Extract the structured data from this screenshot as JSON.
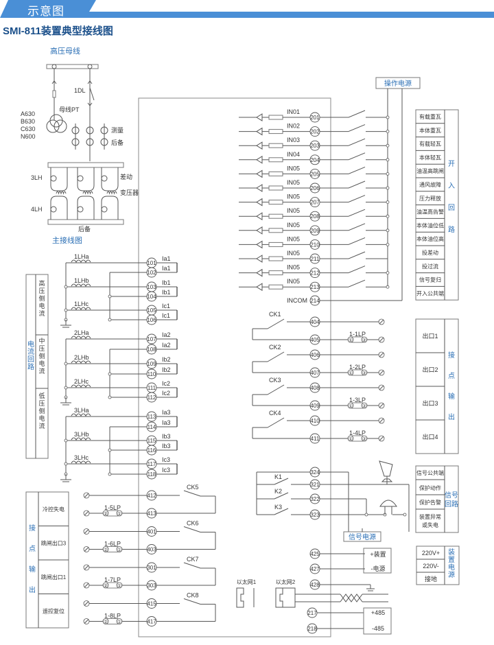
{
  "header": {
    "title": "示意图",
    "accent": "#4a8fd6"
  },
  "doc_title": "SMI-811装置典型接线图",
  "primary": {
    "bus_label": "高压母线",
    "breaker": "1DL",
    "pt_label": "母线PT",
    "pt_phases": [
      "A630",
      "B630",
      "C630",
      "N600"
    ],
    "ct_measure": "测量",
    "ct_backup": "后备",
    "ct_3lh": "3LH",
    "ct_4lh": "4LH",
    "diff": "差动",
    "transformer": "变压器",
    "backup_bottom": "后备",
    "caption": "主接线图"
  },
  "power_supply_top": "操作电源",
  "binary_inputs": [
    {
      "name": "IN01",
      "term": "201",
      "label": "有载重瓦"
    },
    {
      "name": "IN02",
      "term": "202",
      "label": "本体重瓦"
    },
    {
      "name": "IN03",
      "term": "203",
      "label": "有载轻瓦"
    },
    {
      "name": "IN04",
      "term": "204",
      "label": "本体轻瓦"
    },
    {
      "name": "IN05",
      "term": "205",
      "label": "油温高跳闸"
    },
    {
      "name": "IN05",
      "term": "206",
      "label": "通风故障"
    },
    {
      "name": "IN05",
      "term": "207",
      "label": "压力释放"
    },
    {
      "name": "IN05",
      "term": "208",
      "label": "油温高告警"
    },
    {
      "name": "IN05",
      "term": "209",
      "label": "本体油位低"
    },
    {
      "name": "IN05",
      "term": "210",
      "label": "本体油位高"
    },
    {
      "name": "IN05",
      "term": "211",
      "label": "投差动"
    },
    {
      "name": "IN05",
      "term": "212",
      "label": "投过流"
    },
    {
      "name": "IN05",
      "term": "213",
      "label": "信号复归"
    }
  ],
  "incom": {
    "name": "INCOM",
    "term": "214",
    "label": "开入公共端"
  },
  "binary_input_group": "开入回路",
  "current_group": {
    "title": "电流回路",
    "sections": [
      "高压侧电流",
      "中压侧电流",
      "低压侧电流"
    ],
    "cts": [
      {
        "name": "1LHa",
        "terms": [
          "101",
          "102"
        ],
        "ch": [
          "Ia1",
          "Ia1"
        ]
      },
      {
        "name": "1LHb",
        "terms": [
          "103",
          "104"
        ],
        "ch": [
          "Ib1",
          "Ib1"
        ]
      },
      {
        "name": "1LHc",
        "terms": [
          "105",
          "106"
        ],
        "ch": [
          "Ic1",
          "Ic1"
        ]
      },
      {
        "name": "2LHa",
        "terms": [
          "107",
          "108"
        ],
        "ch": [
          "Ia2",
          "Ia2"
        ]
      },
      {
        "name": "2LHb",
        "terms": [
          "109",
          "110"
        ],
        "ch": [
          "Ib2",
          "Ib2"
        ]
      },
      {
        "name": "2LHc",
        "terms": [
          "111",
          "112"
        ],
        "ch": [
          "Ic2",
          "Ic2"
        ]
      },
      {
        "name": "3LHa",
        "terms": [
          "113",
          "114"
        ],
        "ch": [
          "Ia3",
          "Ia3"
        ]
      },
      {
        "name": "3LHb",
        "terms": [
          "115",
          "116"
        ],
        "ch": [
          "Ib3",
          "Ib3"
        ]
      },
      {
        "name": "3LHc",
        "terms": [
          "117",
          "118"
        ],
        "ch": [
          "Ic3",
          "Ic3"
        ]
      }
    ]
  },
  "outputs_right": {
    "group": "接点输出",
    "items": [
      {
        "ck": "CK1",
        "terms": [
          "404",
          "405"
        ],
        "lp": "1-1LP",
        "label": "出口1"
      },
      {
        "ck": "CK2",
        "terms": [
          "406",
          "407"
        ],
        "lp": "1-2LP",
        "label": "出口2"
      },
      {
        "ck": "CK3",
        "terms": [
          "408",
          "409"
        ],
        "lp": "1-3LP",
        "label": "出口3"
      },
      {
        "ck": "CK4",
        "terms": [
          "410",
          "411"
        ],
        "lp": "1-4LP",
        "label": "出口4"
      }
    ]
  },
  "outputs_left": {
    "group": "接点输出",
    "items": [
      {
        "ck": "CK5",
        "terms": [
          "412",
          "413"
        ],
        "lp": "1-5LP",
        "label": "冷控失电"
      },
      {
        "ck": "CK6",
        "terms": [
          "401",
          "403"
        ],
        "lp": "1-6LP",
        "label": "跳闸出口3"
      },
      {
        "ck": "CK7",
        "terms": [
          "301",
          "303"
        ],
        "lp": "1-7LP",
        "label": "跳闸出口1"
      },
      {
        "ck": "CK8",
        "terms": [
          "415",
          "417"
        ],
        "lp": "1-8LP",
        "label": "遥控复位"
      }
    ]
  },
  "lp_pins": [
    "①",
    "②"
  ],
  "signal": {
    "group": "信号回路",
    "common_term": "324",
    "relays": [
      {
        "k": "K1",
        "term": "321"
      },
      {
        "k": "K2",
        "term": "322"
      },
      {
        "k": "K3",
        "term": "323"
      }
    ],
    "labels": [
      "信号公共端",
      "保护动作",
      "保护告警",
      "装置异常或失电"
    ],
    "power": "信号电源"
  },
  "device_power": {
    "terms": [
      "425",
      "427",
      "428"
    ],
    "plus": "+装置",
    "minus": "-电源",
    "group": "装置电源",
    "labels": [
      "220V+",
      "220V-",
      "接地"
    ]
  },
  "ethernet": [
    "以太网1",
    "以太网2"
  ],
  "rs485": {
    "terms": [
      "217",
      "218"
    ],
    "plus": "+485",
    "minus": "-485"
  }
}
